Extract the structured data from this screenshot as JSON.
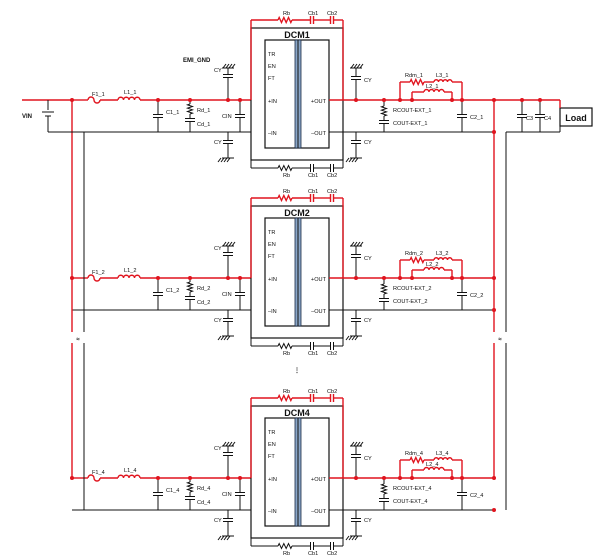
{
  "labels": {
    "vin": "VIN",
    "emi_gnd": "EMI_GND",
    "load": "Load",
    "c3": "C3",
    "c4": "C4",
    "ellipsis": "⋮",
    "break_mark": "≈"
  },
  "modules": [
    {
      "title": "DCM1",
      "pins": {
        "tr": "TR",
        "en": "EN",
        "ft": "FT",
        "pin_plus": "+IN",
        "pin_minus": "–IN",
        "pout": "+OUT",
        "mout": "–OUT"
      },
      "rb": "Rb",
      "cb1": "Cb1",
      "cb2": "Cb2",
      "cy": "CY",
      "cin": "CIN",
      "f": "F1_1",
      "l": "L1_1",
      "c1": "C1_1",
      "rd": "Rd_1",
      "cd": "Cd_1",
      "rdm": "Rdm_1",
      "l3": "L3_1",
      "l2": "L2_1",
      "rcout": "RCOUT-EXT_1",
      "ccout": "COUT-EXT_1",
      "c2": "C2_1"
    },
    {
      "title": "DCM2",
      "pins": {
        "tr": "TR",
        "en": "EN",
        "ft": "FT",
        "pin_plus": "+IN",
        "pin_minus": "–IN",
        "pout": "+OUT",
        "mout": "–OUT"
      },
      "rb": "Rb",
      "cb1": "Cb1",
      "cb2": "Cb2",
      "cy": "CY",
      "cin": "CIN",
      "f": "F1_2",
      "l": "L1_2",
      "c1": "C1_2",
      "rd": "Rd_2",
      "cd": "Cd_2",
      "rdm": "Rdm_2",
      "l3": "L3_2",
      "l2": "L2_2",
      "rcout": "RCOUT-EXT_2",
      "ccout": "COUT-EXT_2",
      "c2": "C2_2"
    },
    {
      "title": "DCM4",
      "pins": {
        "tr": "TR",
        "en": "EN",
        "ft": "FT",
        "pin_plus": "+IN",
        "pin_minus": "–IN",
        "pout": "+OUT",
        "mout": "–OUT"
      },
      "rb": "Rb",
      "cb1": "Cb1",
      "cb2": "Cb2",
      "cy": "CY",
      "cin": "CIN",
      "f": "F1_4",
      "l": "L1_4",
      "c1": "C1_4",
      "rd": "Rd_4",
      "cd": "Cd_4",
      "rdm": "Rdm_4",
      "l3": "L3_4",
      "l2": "L2_4",
      "rcout": "RCOUT-EXT_4",
      "ccout": "COUT-EXT_4",
      "c2": "C2_4"
    }
  ],
  "colors": {
    "power_wire": "#e0141e",
    "return_wire": "#111111",
    "isolation_barrier": "#8aa6c8"
  }
}
